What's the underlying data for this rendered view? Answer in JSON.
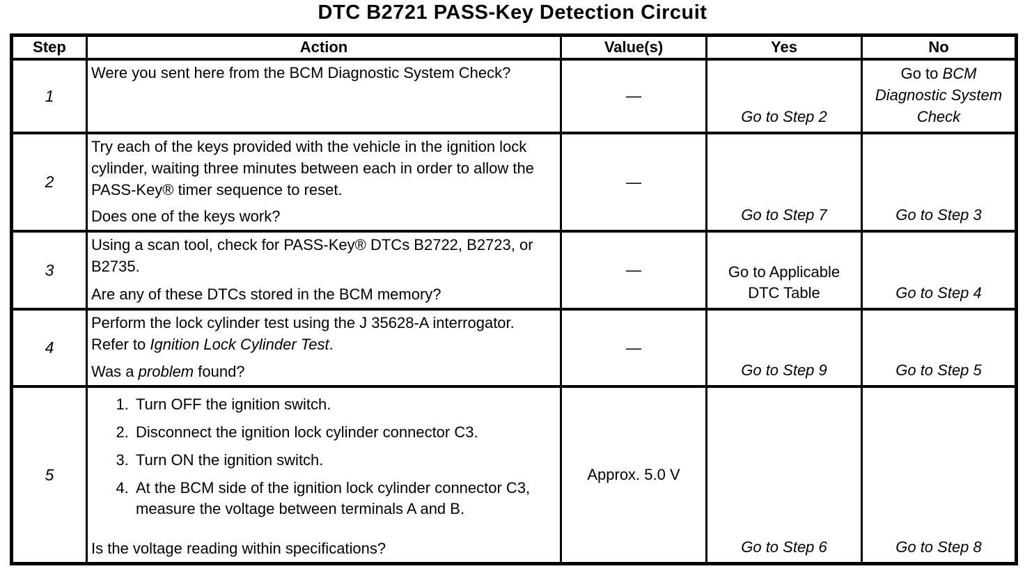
{
  "title": "DTC B2721 PASS-Key Detection Circuit",
  "table": {
    "headers": [
      "Step",
      "Action",
      "Value(s)",
      "Yes",
      "No"
    ],
    "rows": [
      {
        "step": "1",
        "action": "Were you sent here from the BCM Diagnostic System Check?",
        "value": "—",
        "yes": "Go to Step 2",
        "no_pre": "Go to ",
        "no_italic": "BCM Diagnostic System Check"
      },
      {
        "step": "2",
        "action": "Try each of the keys provided with the vehicle in the ignition lock cylinder, waiting three minutes between each in order to allow the PASS-Key® timer sequence to reset.",
        "question": "Does one of the keys work?",
        "value": "—",
        "yes": "Go to Step 7",
        "no": "Go to Step 3"
      },
      {
        "step": "3",
        "action": "Using a scan tool, check for PASS-Key® DTCs B2722, B2723, or B2735.",
        "question": "Are any of these DTCs stored in the BCM memory?",
        "value": "—",
        "yes": "Go to Applicable DTC Table",
        "no": "Go to Step 4"
      },
      {
        "step": "4",
        "action_pre": "Perform the lock cylinder test using the J 35628-A interrogator. Refer to ",
        "action_italic": "Ignition Lock Cylinder Test",
        "action_post": ".",
        "question_pre": "Was a ",
        "question_italic": "problem",
        "question_post": " found?",
        "value": "—",
        "yes": "Go to Step 9",
        "no": "Go to Step 5"
      },
      {
        "step": "5",
        "list": [
          "Turn OFF the ignition switch.",
          "Disconnect the ignition lock cylinder connector C3.",
          "Turn ON the ignition switch.",
          "At the BCM side of the ignition lock cylinder connector C3, measure the voltage between terminals A and B."
        ],
        "question": "Is the voltage reading within specifications?",
        "value": "Approx. 5.0 V",
        "yes": "Go to Step 6",
        "no": "Go to Step 8"
      }
    ]
  }
}
